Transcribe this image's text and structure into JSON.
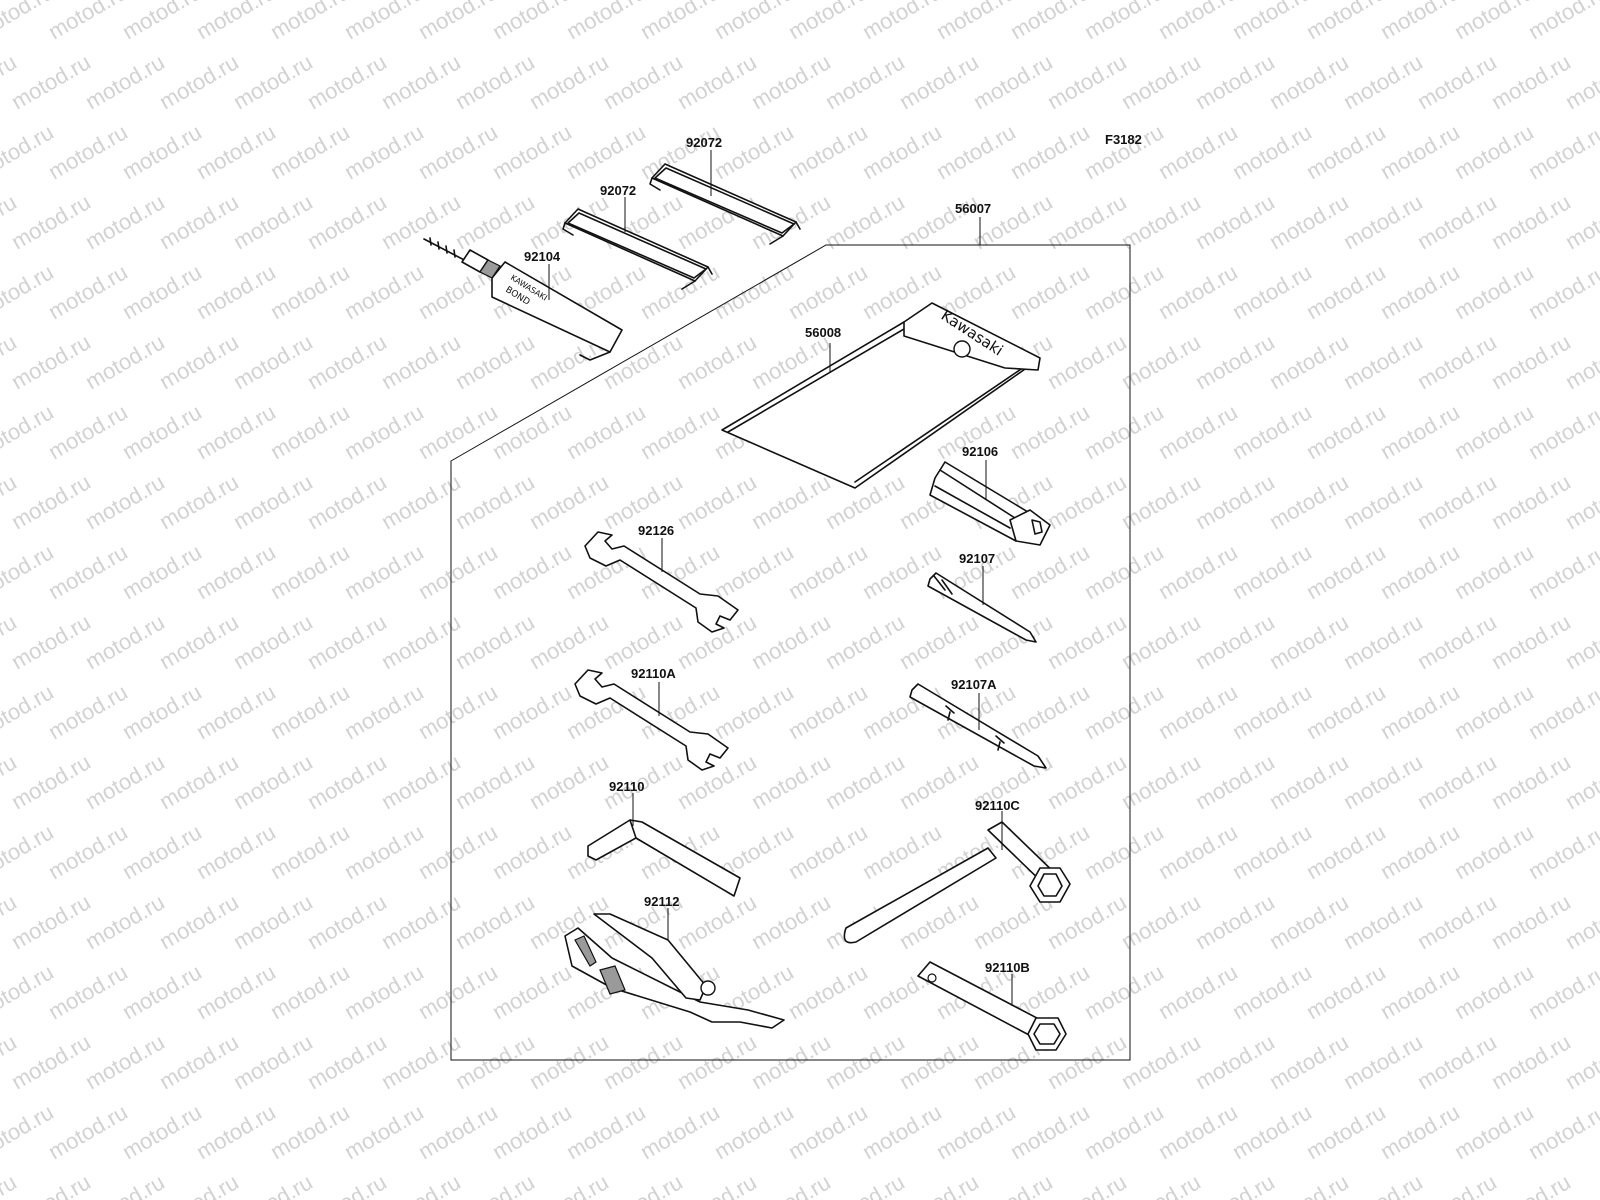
{
  "figure_code": "F3182",
  "watermark": "motod.ru",
  "tube_brand_lines": [
    "KAWASAKI",
    "BOND"
  ],
  "bag_brand": "Kawasaki",
  "parts": [
    {
      "id": "band-upper",
      "number": "92072"
    },
    {
      "id": "band-lower",
      "number": "92072"
    },
    {
      "id": "bond-tube",
      "number": "92104"
    },
    {
      "id": "tool-kit",
      "number": "56007"
    },
    {
      "id": "tool-bag",
      "number": "56008"
    },
    {
      "id": "screwdriver-grip",
      "number": "92106"
    },
    {
      "id": "screwdriver-bit",
      "number": "92107"
    },
    {
      "id": "screwdriver-bit-a",
      "number": "92107A"
    },
    {
      "id": "wrench-92126",
      "number": "92126"
    },
    {
      "id": "wrench-92110a",
      "number": "92110A"
    },
    {
      "id": "hex-key",
      "number": "92110"
    },
    {
      "id": "pliers",
      "number": "92112"
    },
    {
      "id": "box-wrench-c",
      "number": "92110C"
    },
    {
      "id": "box-wrench-b",
      "number": "92110B"
    }
  ]
}
